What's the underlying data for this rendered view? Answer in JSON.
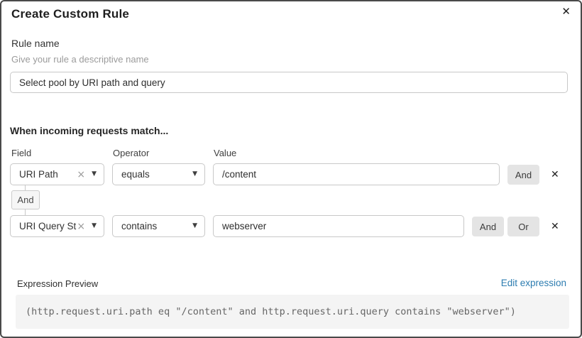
{
  "dialog": {
    "title": "Create Custom Rule"
  },
  "icons": {
    "close": "✕",
    "delete": "✕",
    "clear": "×",
    "caret": "▼"
  },
  "rule_name": {
    "label": "Rule name",
    "helper": "Give your rule a descriptive name",
    "value": "Select pool by URI path and query"
  },
  "match": {
    "heading": "When incoming requests match...",
    "columns": {
      "field": "Field",
      "operator": "Operator",
      "value": "Value"
    },
    "connector": "And",
    "and_label": "And",
    "or_label": "Or",
    "rows": [
      {
        "field": "URI Path",
        "operator": "equals",
        "value": "/content"
      },
      {
        "field": "URI Query St...",
        "operator": "contains",
        "value": "webserver"
      }
    ]
  },
  "expression": {
    "label": "Expression Preview",
    "edit_link": "Edit expression",
    "code": "(http.request.uri.path eq \"/content\" and http.request.uri.query contains \"webserver\")"
  },
  "colors": {
    "link_blue": "#2c7cb0",
    "dialog_border": "#4a4a4a",
    "button_gray": "#e4e4e4",
    "code_background": "#f4f4f4"
  }
}
